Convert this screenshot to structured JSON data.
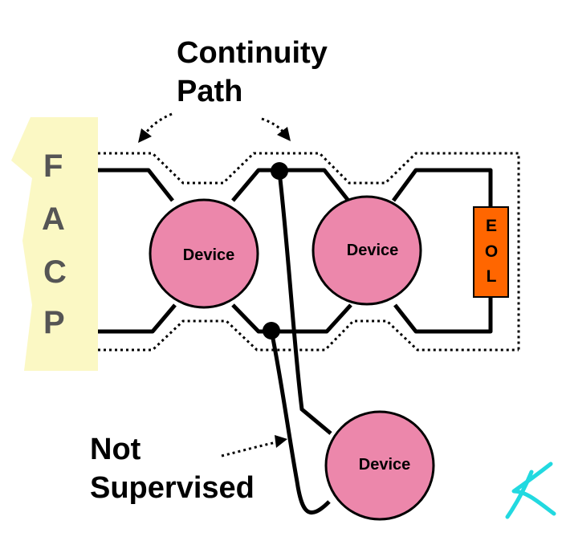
{
  "labels": {
    "continuity_line1": "Continuity",
    "continuity_line2": "Path",
    "not_supervised_line1": "Not",
    "not_supervised_line2": "Supervised"
  },
  "panel": {
    "letters": [
      "F",
      "A",
      "C",
      "P"
    ]
  },
  "devices": {
    "device_1": "Device",
    "device_2": "Device",
    "device_3": "Device"
  },
  "eol": {
    "letters": [
      "E",
      "O",
      "L"
    ]
  },
  "signature": "K",
  "colors": {
    "device_fill": "#ec87ab",
    "panel_fill": "#fbf8c4",
    "eol_fill": "#ff6600",
    "signature": "#22d9e0"
  }
}
